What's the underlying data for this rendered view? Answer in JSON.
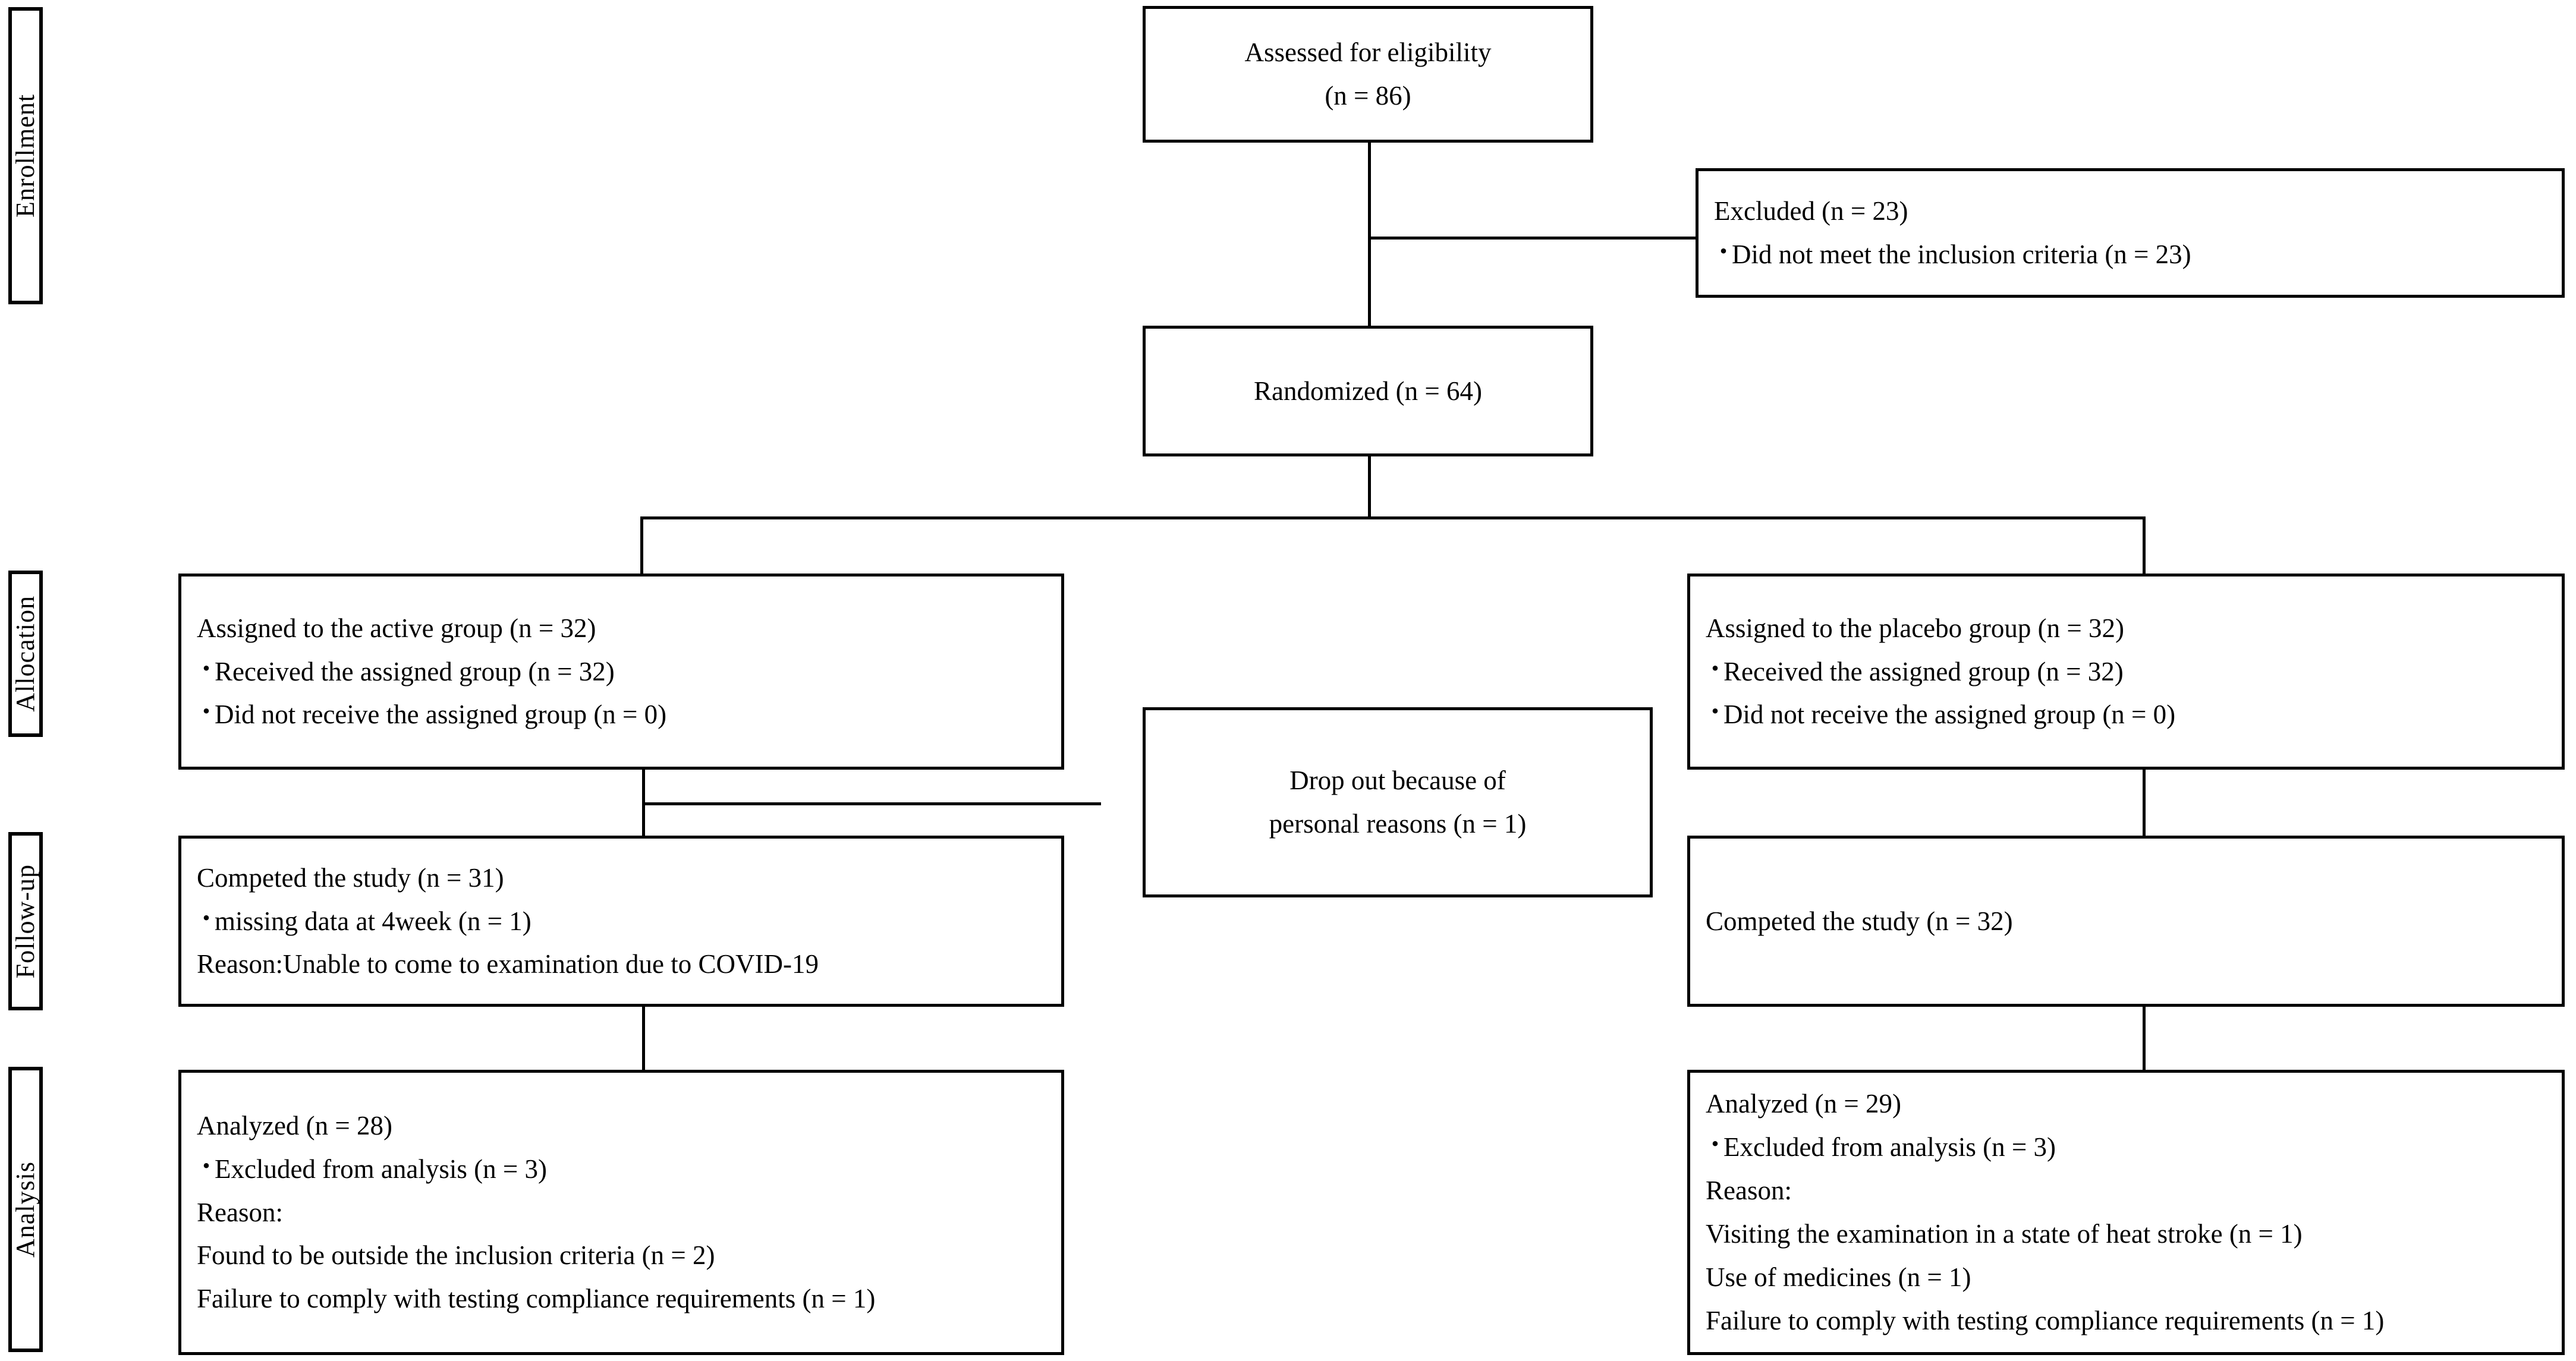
{
  "stages": [
    {
      "id": "enrollment",
      "label": "Enrollment"
    },
    {
      "id": "allocation",
      "label": "Allocation"
    },
    {
      "id": "followup",
      "label": "Follow-up"
    },
    {
      "id": "analysis",
      "label": "Analysis"
    }
  ],
  "nodes": {
    "assessed": {
      "lines": [
        "Assessed for eligibility",
        "(n = 86)"
      ]
    },
    "excluded": {
      "lines": [
        "Excluded  (n = 23)",
        "Did not meet the inclusion criteria  (n = 23)"
      ]
    },
    "randomized": {
      "lines": [
        "Randomized  (n = 64)"
      ]
    },
    "alloc_active": {
      "lines": [
        "Assigned to the active group (n = 32)",
        "Received the assigned group (n = 32)",
        "Did not receive the assigned group (n = 0)"
      ]
    },
    "alloc_placebo": {
      "lines": [
        "Assigned to the placebo group (n = 32)",
        "Received the assigned group (n = 32)",
        "Did not receive the assigned group  (n = 0)"
      ]
    },
    "dropout": {
      "lines": [
        "Drop out because of",
        "personal reasons  (n = 1)"
      ]
    },
    "follow_active": {
      "lines": [
        "Competed the study  (n = 31)",
        "missing data at 4week  (n = 1)",
        "Reason:Unable to come to examination due to COVID-19"
      ]
    },
    "follow_placebo": {
      "lines": [
        "Competed the study  (n = 32)"
      ]
    },
    "analysis_active": {
      "lines": [
        "Analyzed (n = 28)",
        "Excluded from analysis  (n = 3)",
        "Reason:",
        "Found to be outside the inclusion criteria  (n = 2)",
        "Failure to comply with testing compliance requirements  (n = 1)"
      ]
    },
    "analysis_placebo": {
      "lines": [
        "Analyzed (n = 29)",
        "Excluded from analysis  (n = 3)",
        "Reason:",
        "Visiting the examination in a state of heat stroke  (n = 1)",
        "Use of medicines  (n = 1)",
        "Failure to comply with testing compliance requirements  (n = 1)"
      ]
    }
  },
  "colors": {
    "line": "#000000",
    "background": "#ffffff",
    "text": "#000000"
  }
}
